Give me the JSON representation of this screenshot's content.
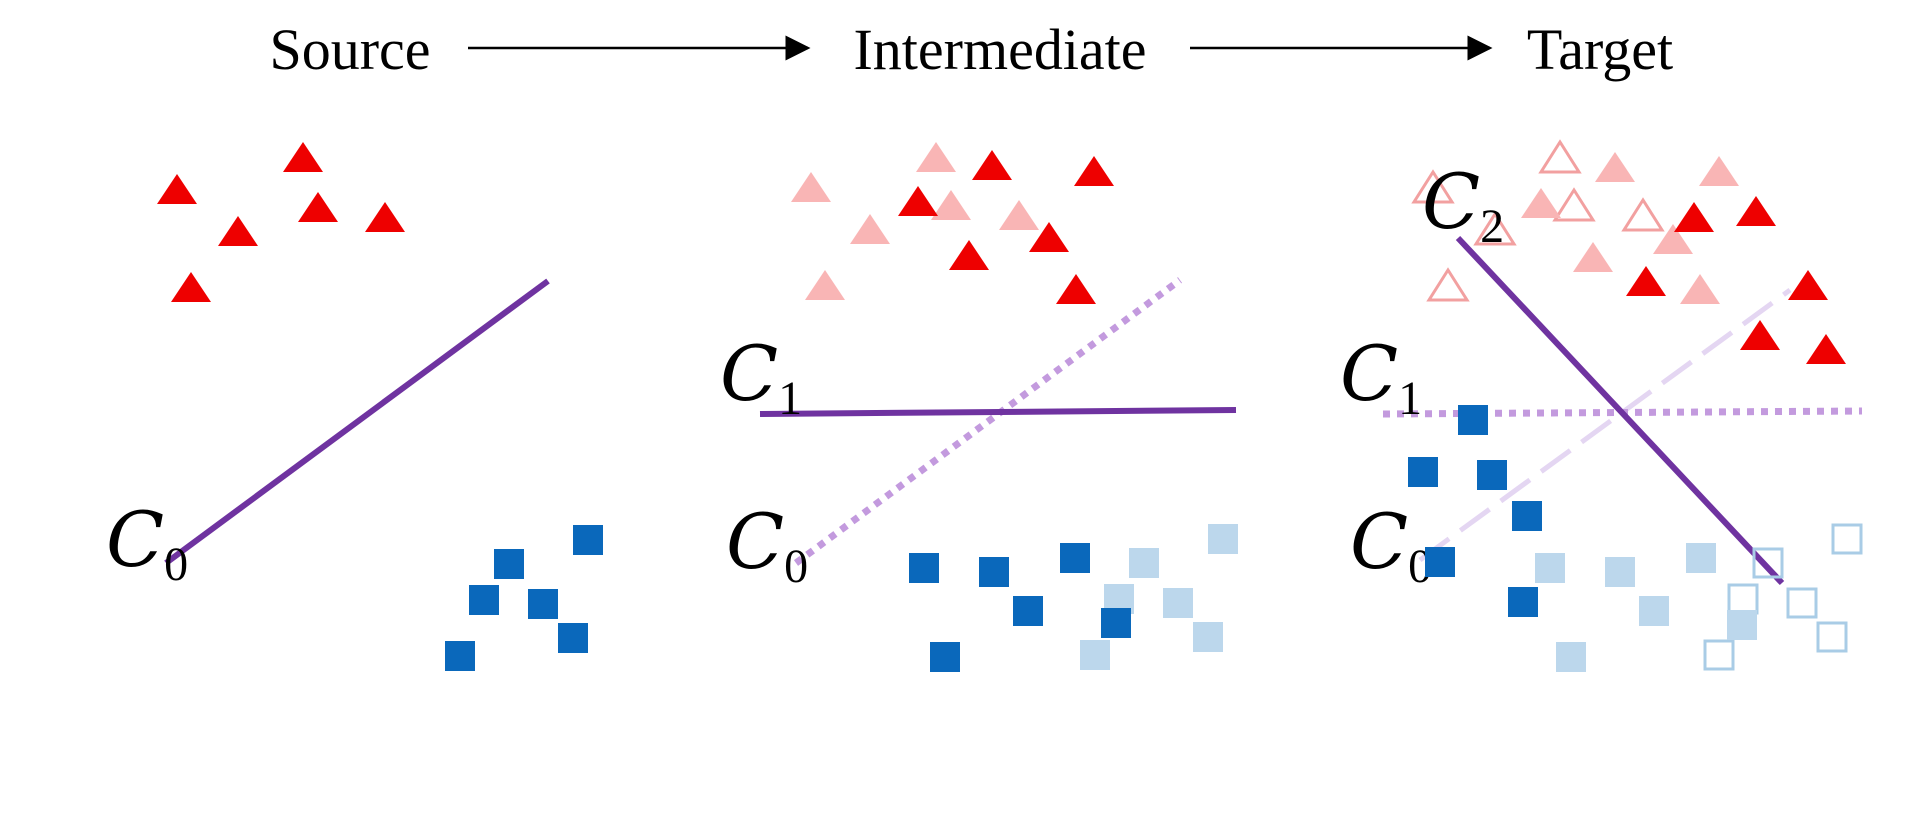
{
  "header": {
    "stages": [
      "Source",
      "Intermediate",
      "Target"
    ]
  },
  "labels": {
    "c0_letter": "C",
    "c0_sub": "0",
    "c1_letter": "C",
    "c1_sub": "1",
    "c2_letter": "C",
    "c2_sub": "2"
  },
  "colors": {
    "red": "#ee0000",
    "red_faded": "#f9b5b5",
    "blue": "#0a68bb",
    "blue_faded": "#bcd7ec",
    "purple": "#6f33a0",
    "purple_faded": "#c39ade",
    "purple_very_faded": "#e4d6f2"
  }
}
